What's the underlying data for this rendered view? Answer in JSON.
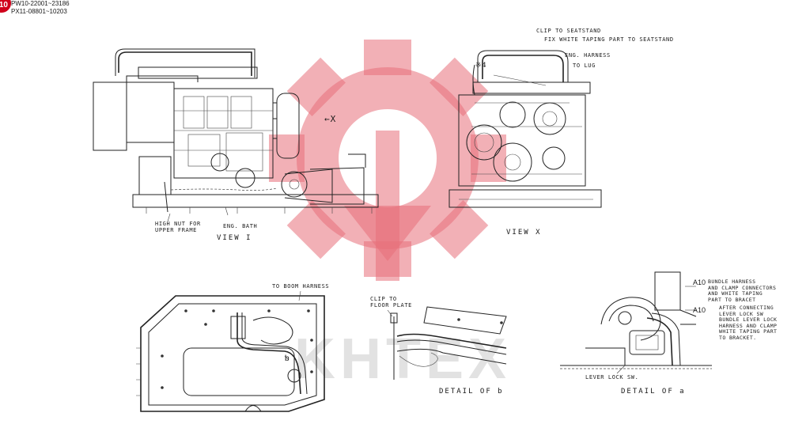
{
  "header": {
    "badge": "10",
    "serial_line_1": "PW10-22001~23186",
    "serial_line_2": "PX11-08801~10203"
  },
  "watermark": {
    "text": "KHTEX",
    "gear_color": "#e8707a"
  },
  "view_1": {
    "title": "VIEW I",
    "arrow_label": "←X",
    "callout_nut": "HIGH NUT FOR\nUPPER FRAME",
    "callout_bath": "ENG. BATH"
  },
  "view_x": {
    "title": "VIEW X",
    "callout_clip": "CLIP TO SEATSTAND",
    "callout_taping": "FIX WHITE TAPING PART TO SEATSTAND",
    "callout_harness": "ENG. HARNESS",
    "callout_lug": "TO LUG",
    "marker": "※4"
  },
  "bottom_left": {
    "callout_boom": "TO BOOM HARNESS",
    "detail_marker": "b"
  },
  "detail_b": {
    "title": "DETAIL OF b",
    "callout_clip": "CLIP TO\nFLOOR PLATE"
  },
  "detail_a": {
    "title": "DETAIL OF a",
    "callout_lever": "LEVER LOCK SW.",
    "note_1_code": "A10",
    "note_1_text": "BUNDLE HARNESS\nAND CLAMP CONNECTORS\nAND WHITE TAPING\nPART TO BRACET",
    "note_2_code": "A10",
    "note_2_text": "AFTER CONNECTING\nLEVER LOCK SW\nBUNDLE LEVER LOCK\nHARNESS AND CLAMP\nWHITE TAPING PART\nTO BRACKET."
  }
}
